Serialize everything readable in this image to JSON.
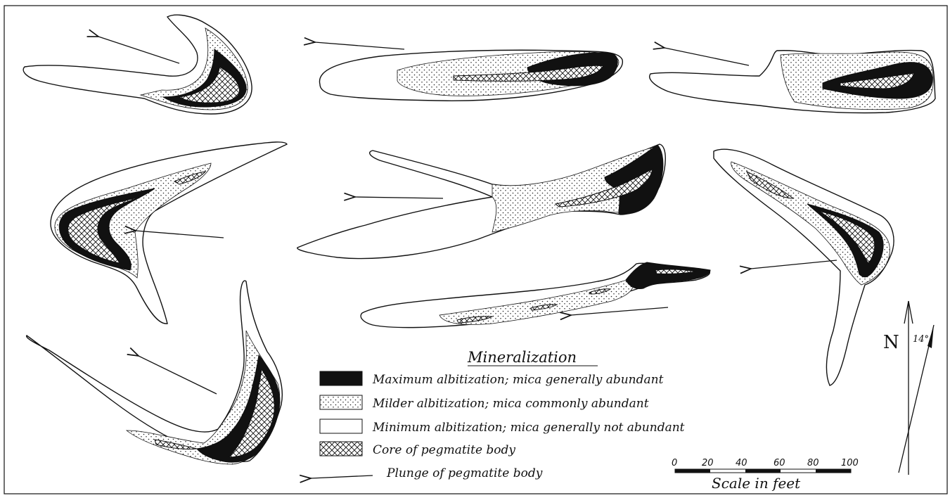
{
  "legend": {
    "title": "Mineralization",
    "items": [
      {
        "key": "maximum",
        "label": "Maximum albitization; mica generally abundant"
      },
      {
        "key": "milder",
        "label": "Milder albitization; mica commonly abundant"
      },
      {
        "key": "minimum",
        "label": "Minimum albitization; mica generally not abundant"
      },
      {
        "key": "core",
        "label": "Core of pegmatite body"
      },
      {
        "key": "plunge",
        "label": "Plunge of pegmatite body"
      }
    ]
  },
  "scale": {
    "ticks": [
      "0",
      "20",
      "40",
      "60",
      "80",
      "100"
    ],
    "label": "Scale in feet"
  },
  "north": {
    "label": "N",
    "declination": "14°"
  },
  "colors": {
    "maximum": "#111111",
    "milder_stipple": "#222222",
    "minimum": "#ffffff",
    "ink": "#111111"
  }
}
